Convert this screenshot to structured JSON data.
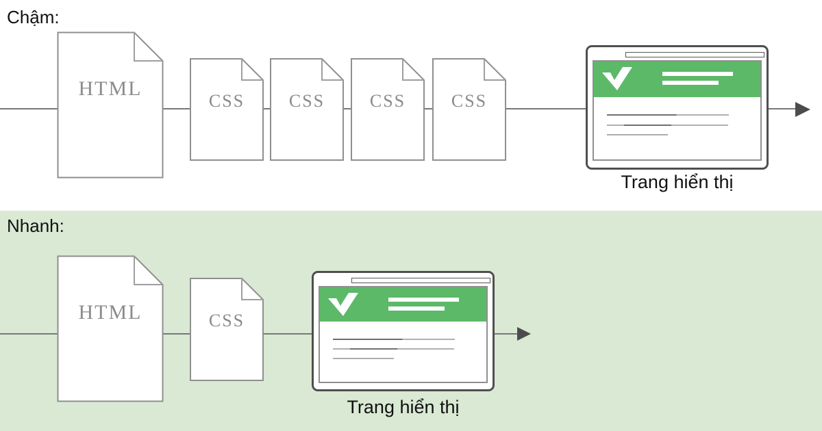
{
  "slow": {
    "label": "Chậm:",
    "docs": [
      "HTML",
      "CSS",
      "CSS",
      "CSS",
      "CSS"
    ],
    "caption": "Trang hiển thị"
  },
  "fast": {
    "label": "Nhanh:",
    "docs": [
      "HTML",
      "CSS"
    ],
    "caption": "Trang hiển thị"
  },
  "colors": {
    "accent_green": "#5cb968",
    "fast_section_background": "#d9e9d4",
    "flow_line_gray": "#777777",
    "arrowhead_gray": "#4c4c4c",
    "document_text_gray": "#8b8b8b"
  },
  "icons": {
    "browser_logo": "check-v-logo"
  }
}
